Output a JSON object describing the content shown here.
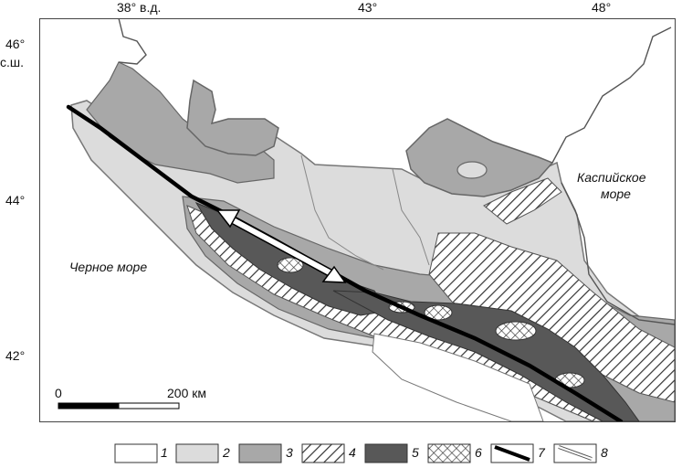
{
  "coordinates": {
    "lon": [
      "38° в.д.",
      "43°",
      "48°"
    ],
    "lat": [
      "46°",
      "с.ш.",
      "44°",
      "42°"
    ]
  },
  "labels": {
    "black_sea": "Черное море",
    "caspian_line1": "Каспийское",
    "caspian_line2": "море"
  },
  "scale": {
    "zero": "0",
    "distance": "200 км"
  },
  "legend": [
    {
      "number": "1",
      "pattern": "white"
    },
    {
      "number": "2",
      "pattern": "light-gray"
    },
    {
      "number": "3",
      "pattern": "medium-gray"
    },
    {
      "number": "4",
      "pattern": "diagonal-hatch"
    },
    {
      "number": "5",
      "pattern": "dark-gray"
    },
    {
      "number": "6",
      "pattern": "cross-hatch"
    },
    {
      "number": "7",
      "pattern": "thick-black-line"
    },
    {
      "number": "8",
      "pattern": "double-line"
    }
  ],
  "colors": {
    "light_gray": "#dcdcdc",
    "medium_gray": "#a8a8a8",
    "dark_gray": "#585858",
    "fault_line": "#000000"
  }
}
